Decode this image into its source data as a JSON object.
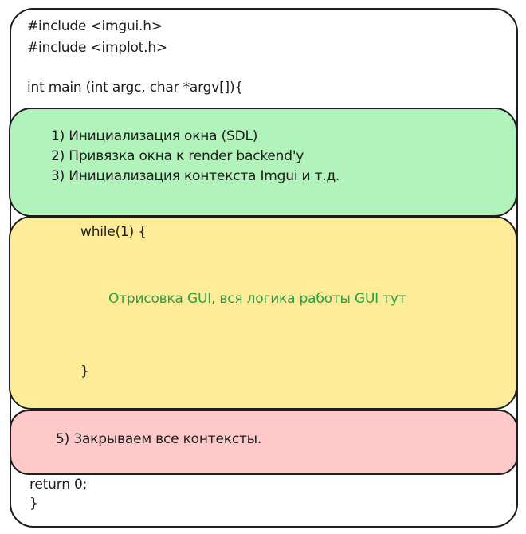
{
  "colors": {
    "stroke": "#1e1e1e",
    "init_fill": "#b2f2bb",
    "loop_fill": "#ffec99",
    "cleanup_fill": "#ffc9c9",
    "loop_body_text": "#2f9e44"
  },
  "header_code": {
    "include_imgui": "#include <imgui.h>",
    "include_implot": "#include <implot.h>",
    "main_signature": "int main (int argc, char *argv[]){"
  },
  "init_block": {
    "steps": [
      "1) Инициализация окна (SDL)",
      "2) Привязка окна к render backend'у",
      "3) Инициализация контекста Imgui и т.д."
    ]
  },
  "loop_block": {
    "open": "while(1) {",
    "body": "Отрисовка GUI, вся логика работы GUI тут",
    "close": "}"
  },
  "cleanup_block": {
    "step": "5) Закрываем все контексты."
  },
  "footer_code": {
    "return_stmt": "return 0;",
    "close_brace": "}"
  }
}
